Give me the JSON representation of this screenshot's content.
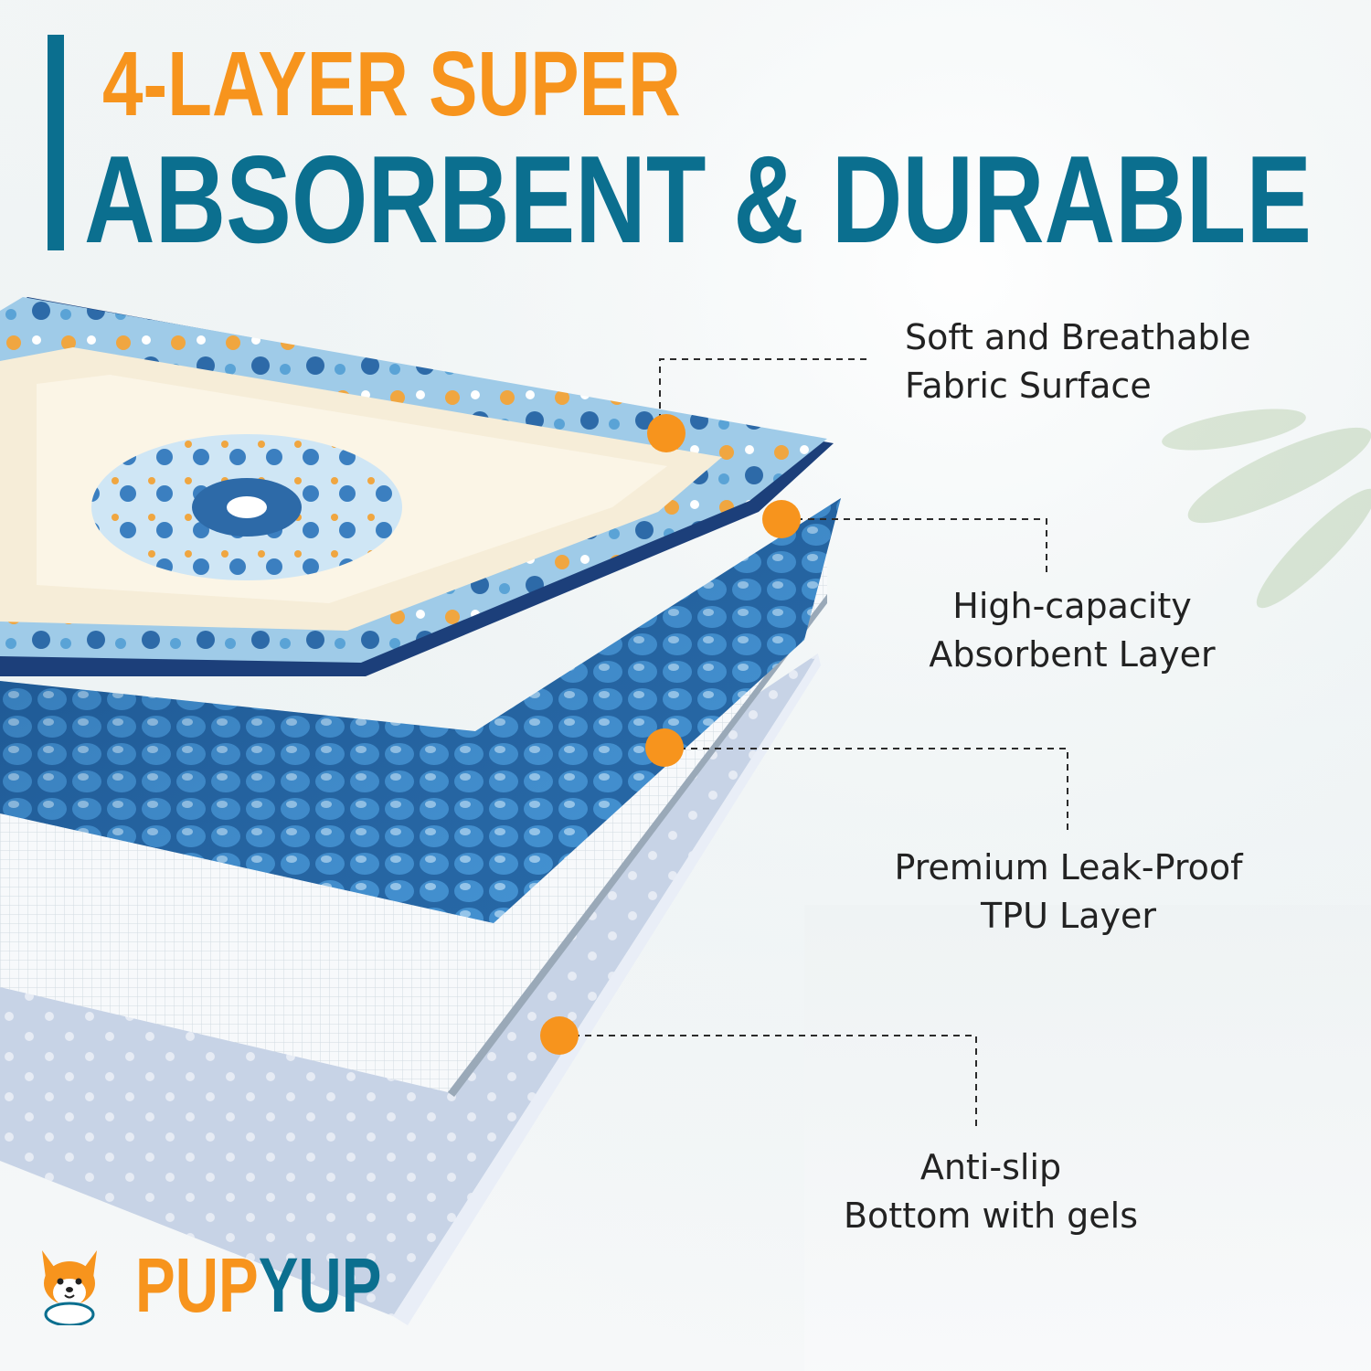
{
  "headline": {
    "line1": "4-LAYER SUPER",
    "line2": "ABSORBENT & DURABLE"
  },
  "callouts": [
    {
      "lines": [
        "Soft and Breathable",
        "Fabric Surface"
      ]
    },
    {
      "lines": [
        "High-capacity",
        "Absorbent Layer"
      ]
    },
    {
      "lines": [
        "Premium Leak-Proof",
        "TPU Layer"
      ]
    },
    {
      "lines": [
        "Anti-slip",
        "Bottom with gels"
      ]
    }
  ],
  "brand": {
    "part1": "PUP",
    "part2": "YUP",
    "mascot_icon": "corgi-icon"
  },
  "colors": {
    "accent_orange": "#f7941d",
    "brand_teal": "#0b6f8f",
    "navy": "#1c3f7a",
    "text_dark": "#222222"
  }
}
